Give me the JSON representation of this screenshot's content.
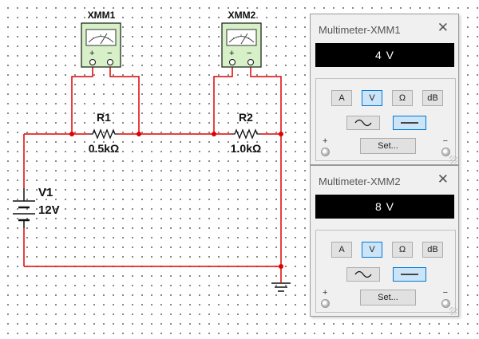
{
  "schematic": {
    "wire_color": "#e00000",
    "components": {
      "xmm1_label": "XMM1",
      "xmm2_label": "XMM2",
      "r1_name": "R1",
      "r1_value": "0.5kΩ",
      "r2_name": "R2",
      "r2_value": "1.0kΩ",
      "v1_name": "V1",
      "v1_value": "12V"
    },
    "meter_icon_signs": {
      "plus": "+",
      "minus": "−"
    }
  },
  "multimeters": [
    {
      "title": "Multimeter-XMM1",
      "close_glyph": "✕",
      "reading": "4 V",
      "mode_buttons": [
        "A",
        "V",
        "Ω",
        "dB"
      ],
      "active_mode": "V",
      "coupling": "DC",
      "set_label": "Set...",
      "plus_label": "+",
      "minus_label": "−"
    },
    {
      "title": "Multimeter-XMM2",
      "close_glyph": "✕",
      "reading": "8 V",
      "mode_buttons": [
        "A",
        "V",
        "Ω",
        "dB"
      ],
      "active_mode": "V",
      "coupling": "DC",
      "set_label": "Set...",
      "plus_label": "+",
      "minus_label": "−"
    }
  ]
}
